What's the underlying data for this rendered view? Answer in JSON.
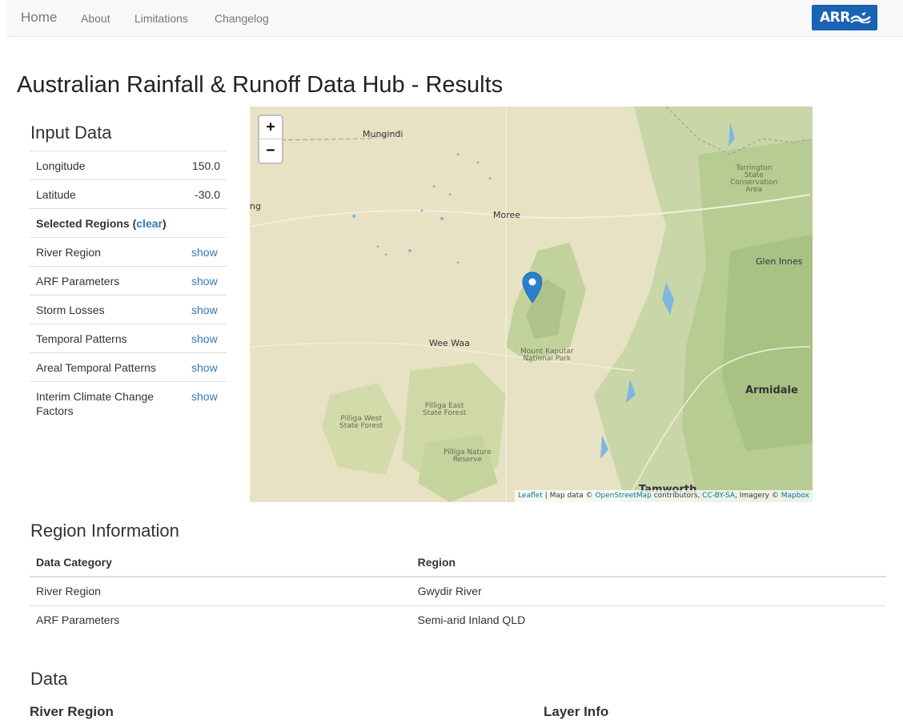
{
  "navbar": {
    "brand": "Home",
    "links": [
      "About",
      "Limitations",
      "Changelog"
    ],
    "logo_text": "ARR"
  },
  "page_title": "Australian Rainfall & Runoff Data Hub - Results",
  "input_data": {
    "heading": "Input Data",
    "longitude_label": "Longitude",
    "longitude_value": "150.0",
    "latitude_label": "Latitude",
    "latitude_value": "-30.0",
    "selected_regions_label": "Selected Regions (",
    "clear_label": "clear",
    "selected_regions_close": ")",
    "rows": [
      {
        "label": "River Region",
        "action": "show"
      },
      {
        "label": "ARF Parameters",
        "action": "show"
      },
      {
        "label": "Storm Losses",
        "action": "show"
      },
      {
        "label": "Temporal Patterns",
        "action": "show"
      },
      {
        "label": "Areal Temporal Patterns",
        "action": "show"
      },
      {
        "label": "Interim Climate Change Factors",
        "action": "show"
      }
    ]
  },
  "map": {
    "zoom_in": "+",
    "zoom_out": "−",
    "labels": {
      "mungindi": "Mungindi",
      "moree": "Moree",
      "glen_innes": "Glen Innes",
      "wee_waa": "Wee Waa",
      "armidale": "Armidale",
      "tamworth": "Tamworth",
      "ng": "ng",
      "torrington_1": "Torrington",
      "torrington_2": "State",
      "torrington_3": "Conservation",
      "torrington_4": "Area",
      "kaputar_1": "Mount Kaputar",
      "kaputar_2": "National Park",
      "pilliga_east_1": "Pilliga East",
      "pilliga_east_2": "State Forest",
      "pilliga_west_1": "Pilliga West",
      "pilliga_west_2": "State Forest",
      "pilliga_nr_1": "Pilliga Nature",
      "pilliga_nr_2": "Reserve"
    },
    "attribution": {
      "leaflet": "Leaflet",
      "sep1": " | Map data © ",
      "osm": "OpenStreetMap",
      "sep2": " contributors, ",
      "cc": "CC-BY-SA",
      "sep3": ", Imagery © ",
      "mapbox": "Mapbox"
    },
    "marker_color": "#2a81cb"
  },
  "region_info": {
    "heading": "Region Information",
    "columns": [
      "Data Category",
      "Region"
    ],
    "rows": [
      [
        "River Region",
        "Gwydir River"
      ],
      [
        "ARF Parameters",
        "Semi-arid Inland QLD"
      ]
    ]
  },
  "data_section": {
    "heading": "Data",
    "left_sub": "River Region",
    "right_sub": "Layer Info"
  }
}
